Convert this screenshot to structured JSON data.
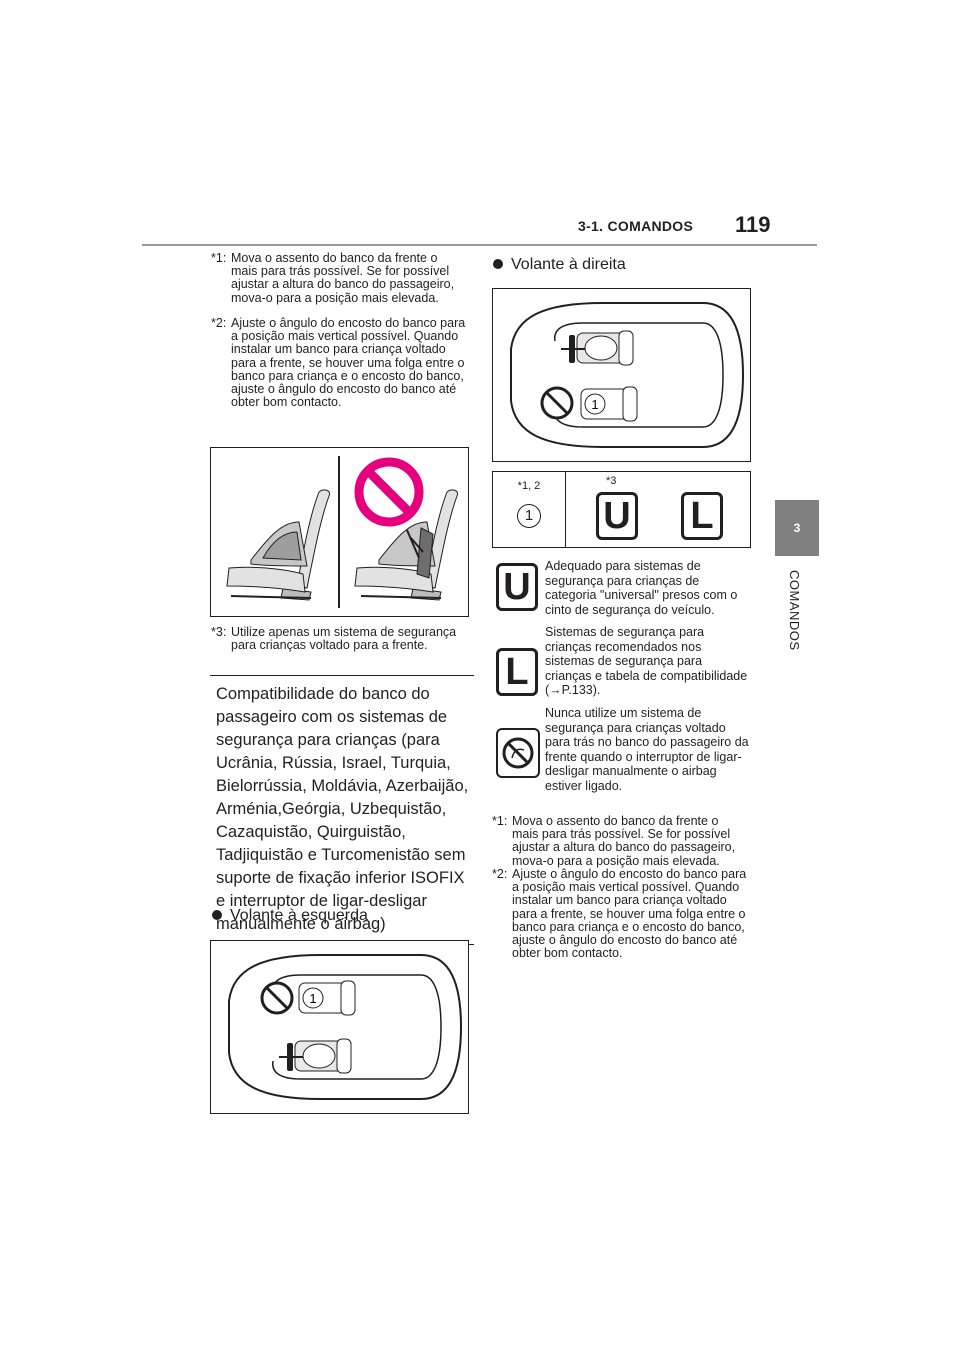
{
  "header": {
    "section": "3-1. COMANDOS",
    "page_number": "119"
  },
  "side_tab": {
    "number": "3",
    "label": "COMANDOS"
  },
  "left": {
    "note1_mark": "*1:",
    "note1": "Mova o assento do banco da frente o mais para trás possível. Se for possível ajustar a altura do banco do passageiro, mova-o para a posição mais elevada.",
    "note2_mark": "*2:",
    "note2": "Ajuste o ângulo do encosto do banco para a posição mais vertical possível. Quando instalar um banco para criança voltado para a frente, se houver uma folga entre o banco para criança e o encosto do banco, ajuste o ângulo do encosto do banco até obter bom contacto.",
    "note3_mark": "*3:",
    "note3": "Utilize apenas um sistema de segurança para crianças voltado para a frente.",
    "compat_title": "Compatibilidade do banco do passageiro com os sistemas de segurança para crianças (para Ucrânia, Rússia, Israel, Turquia, Bielorrússia, Moldávia, Azerbaijão, Arménia,Geórgia, Uzbequistão, Cazaquistão, Quirguistão, Tadjiquistão e Turcomenistão sem suporte de fixação inferior ISOFIX e interruptor de ligar-desligar manualmente o airbag)",
    "bullet_lhd": "Volante à esquerda"
  },
  "right": {
    "bullet_rhd": "Volante à direita",
    "table": {
      "col1_header": "*1, 2",
      "col2_header": "*3",
      "col1_value": "1",
      "col2_value_u": "U",
      "col2_value_l": "L"
    },
    "legend": [
      {
        "icon": "U",
        "text": "Adequado para sistemas de segurança para crianças de categoria \"universal\" presos com o cinto de segurança do veículo."
      },
      {
        "icon": "L",
        "text": "Sistemas de segurança para crianças recomendados nos sistemas de segurança para crianças e tabela de compatibilidade (→P.133)."
      },
      {
        "icon": "no-rear-facing-icon",
        "text": "Nunca utilize um sistema de segurança para crianças voltado para trás no banco do passageiro da frente quando o interruptor de ligar-desligar manualmente o airbag estiver ligado."
      }
    ],
    "note1_mark": "*1:",
    "note1": "Mova o assento do banco da frente o mais para trás possível. Se for possível ajustar a altura do banco do passageiro, mova-o para a posição mais elevada.",
    "note2_mark": "*2:",
    "note2": "Ajuste o ângulo do encosto do banco para a posição mais vertical possível. Quando instalar um banco para criança voltado para a frente, se houver uma folga entre o banco para criança e o encosto do banco, ajuste o ângulo do encosto do banco até obter bom contacto."
  },
  "diagram_seat_label": "1"
}
